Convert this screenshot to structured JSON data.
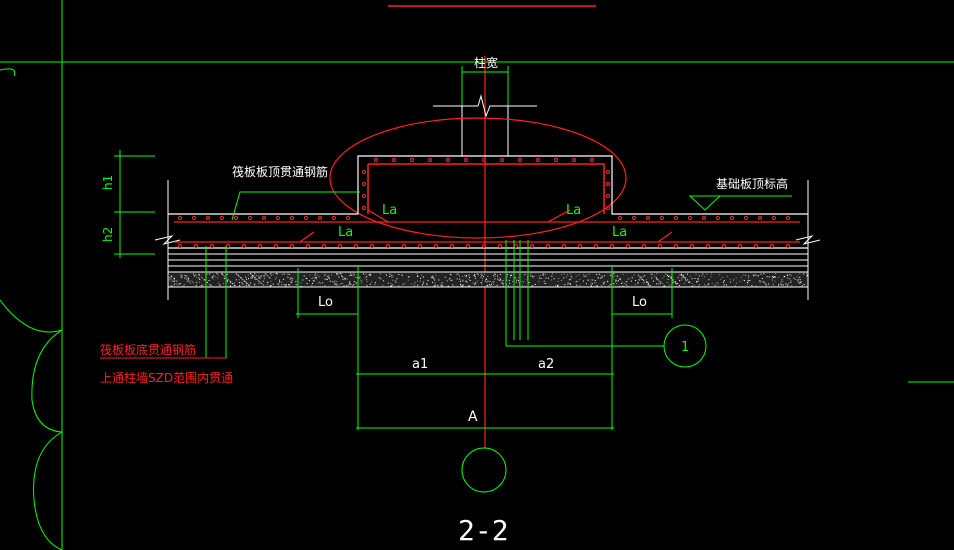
{
  "drawing": {
    "labels": {
      "column_width": "柱宽",
      "raft_top_rebar": "筏板板顶贯通钢筋",
      "foundation_top_elev": "基础板顶标高",
      "raft_bottom_rebar": "筏板板底贯通钢筋",
      "raft_bottom_note": "上通柱墙SZD范围内贯通",
      "h1": "h1",
      "h2": "h2",
      "la_1": "La",
      "la_2": "La",
      "la_3": "La",
      "la_4": "La",
      "lo_left": "Lo",
      "lo_right": "Lo",
      "a1": "a1",
      "a2": "a2",
      "dim_A": "A",
      "callout_1": "1",
      "section_title": "2-2"
    },
    "colors": {
      "background": "#000000",
      "dim_green": "#00ff00",
      "red": "#ff0000",
      "white": "#ffffff"
    }
  }
}
